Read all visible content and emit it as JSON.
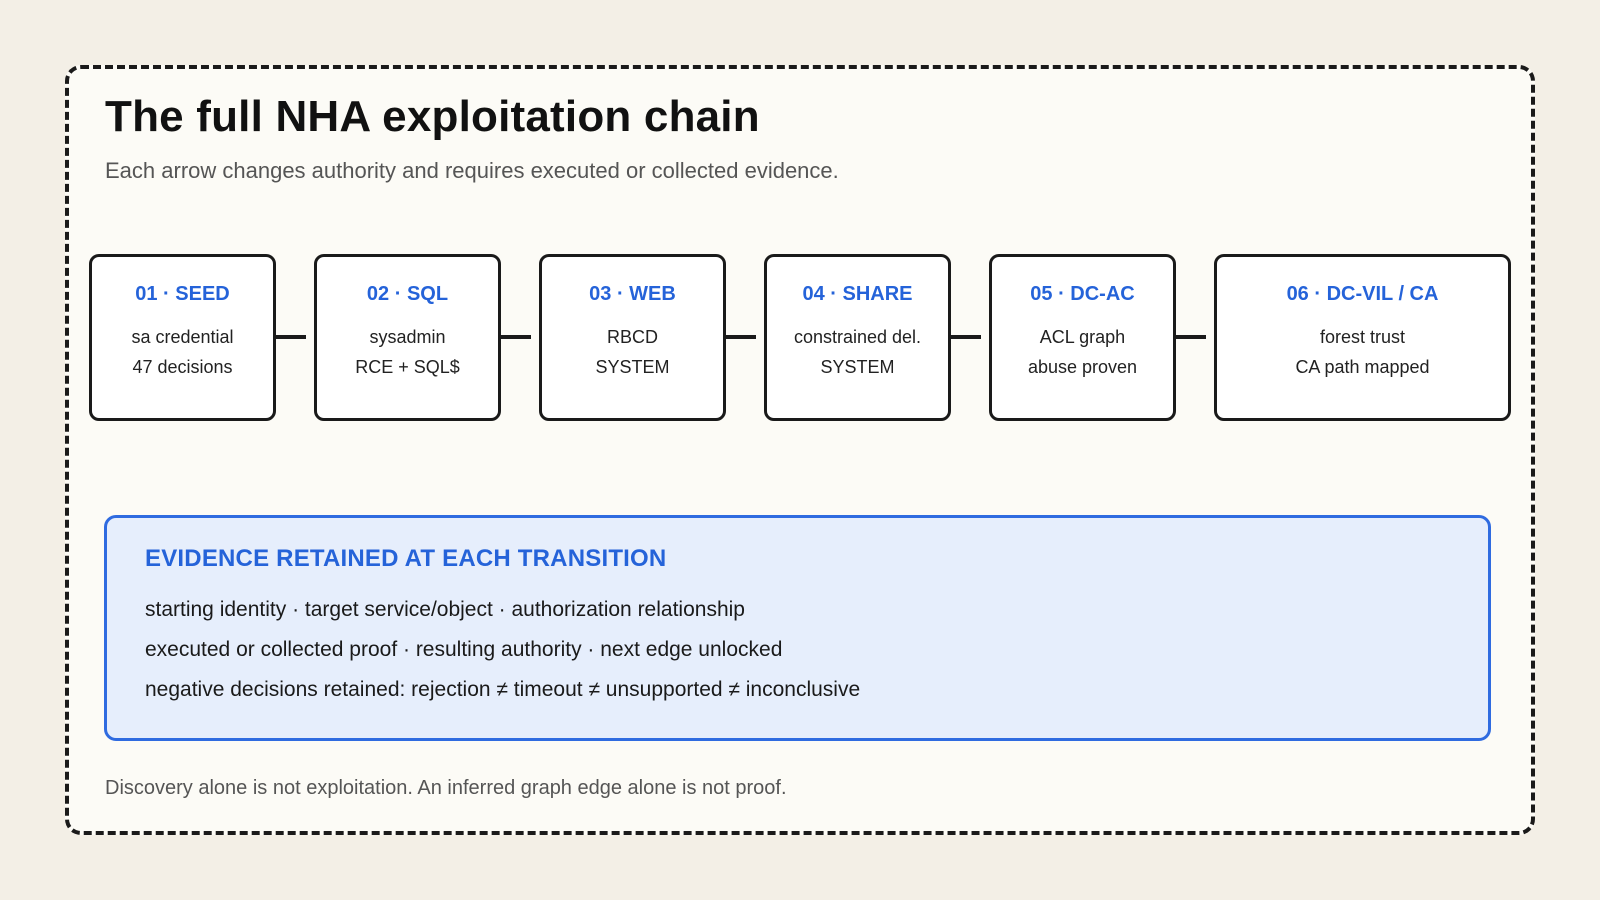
{
  "title": "The full NHA exploitation chain",
  "subtitle": "Each arrow changes authority and requires executed or collected evidence.",
  "nodes": [
    {
      "label": "01 · SEED",
      "lines": [
        "sa credential",
        "47 decisions"
      ]
    },
    {
      "label": "02 · SQL",
      "lines": [
        "sysadmin",
        "RCE + SQL$"
      ]
    },
    {
      "label": "03 · WEB",
      "lines": [
        "RBCD",
        "SYSTEM"
      ]
    },
    {
      "label": "04 · SHARE",
      "lines": [
        "constrained del.",
        "SYSTEM"
      ]
    },
    {
      "label": "05 · DC-AC",
      "lines": [
        "ACL graph",
        "abuse proven"
      ]
    },
    {
      "label": "06 · DC-VIL / CA",
      "lines": [
        "forest trust",
        "CA path mapped"
      ]
    }
  ],
  "evidence": {
    "heading": "EVIDENCE RETAINED AT EACH TRANSITION",
    "lines": [
      "starting identity · target service/object · authorization relationship",
      "executed or collected proof · resulting authority · next edge unlocked",
      "negative decisions retained: rejection ≠ timeout ≠ unsupported ≠ inconclusive"
    ]
  },
  "footer": "Discovery alone is not exploitation. An inferred graph edge alone is not proof.",
  "colors": {
    "accent": "#2563d9",
    "evidence_bg": "#e6eefc",
    "evidence_border": "#2f6be0",
    "background": "#f3efe6"
  }
}
